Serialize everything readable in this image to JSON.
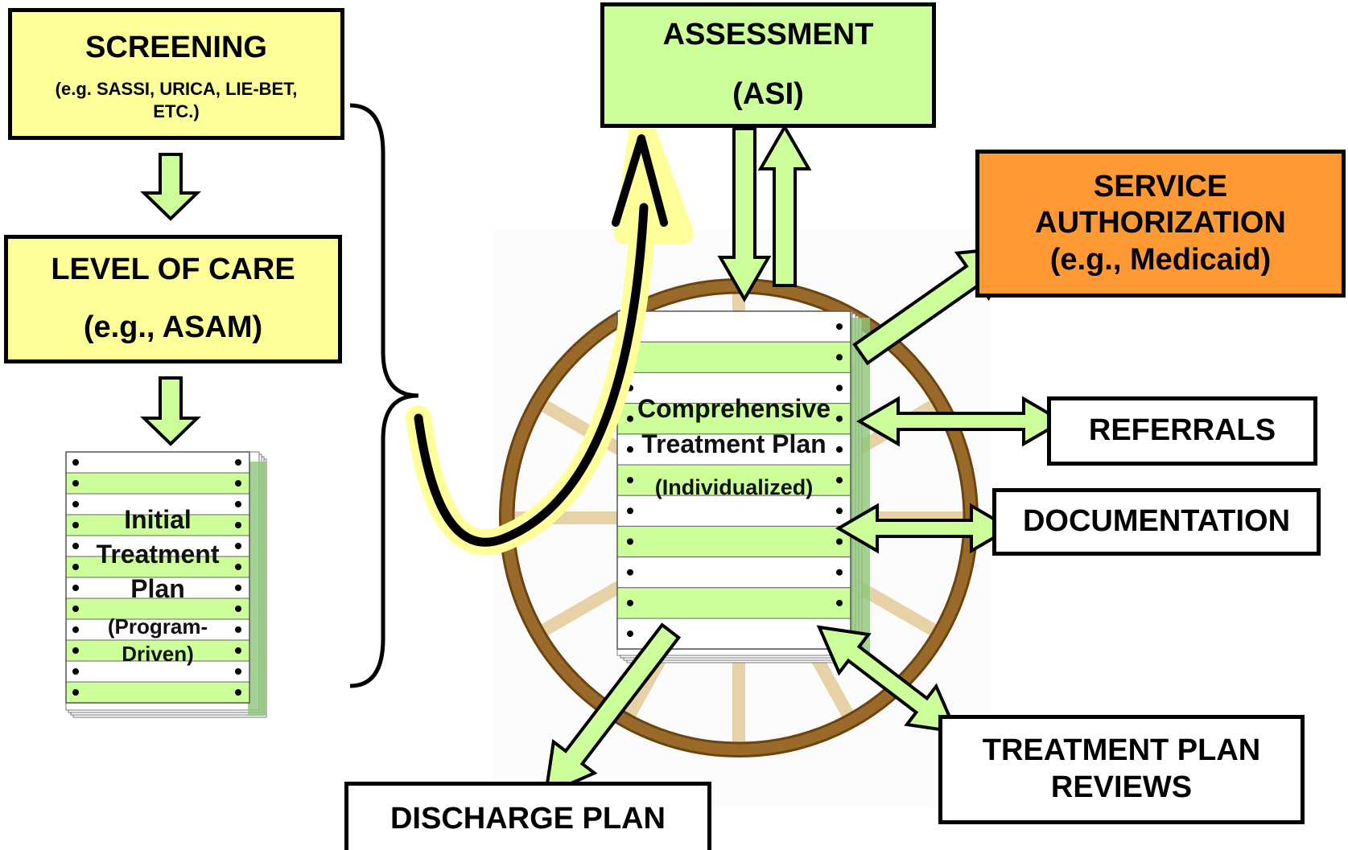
{
  "screening": {
    "title": "SCREENING",
    "subtitle": "(e.g. SASSI, URICA, LIE-BET, ETC.)"
  },
  "level_of_care": {
    "title": "LEVEL OF CARE",
    "subtitle": "(e.g., ASAM)"
  },
  "initial_plan": {
    "line1": "Initial",
    "line2": "Treatment",
    "line3": "Plan",
    "line4": "(Program-",
    "line5": "Driven)"
  },
  "assessment": {
    "title": "ASSESSMENT",
    "subtitle": "(ASI)"
  },
  "service_authorization": {
    "line1": "SERVICE",
    "line2": "AUTHORIZATION",
    "line3": "(e.g., Medicaid)"
  },
  "comprehensive_plan": {
    "line1": "Comprehensive",
    "line2": "Treatment Plan",
    "line3": "(Individualized)"
  },
  "referrals": {
    "label": "REFERRALS"
  },
  "documentation": {
    "label": "DOCUMENTATION"
  },
  "treatment_plan_reviews": {
    "line1": "TREATMENT PLAN",
    "line2": "REVIEWS"
  },
  "discharge_plan": {
    "label": "DISCHARGE PLAN"
  },
  "colors": {
    "yellow_box": "#ffff99",
    "green_box": "#ccff99",
    "orange_box": "#ff9933",
    "arrow_fill": "#ccff99",
    "wheel_rim": "#8b5a1a",
    "curved_arrow_glow": "#ffff99"
  }
}
